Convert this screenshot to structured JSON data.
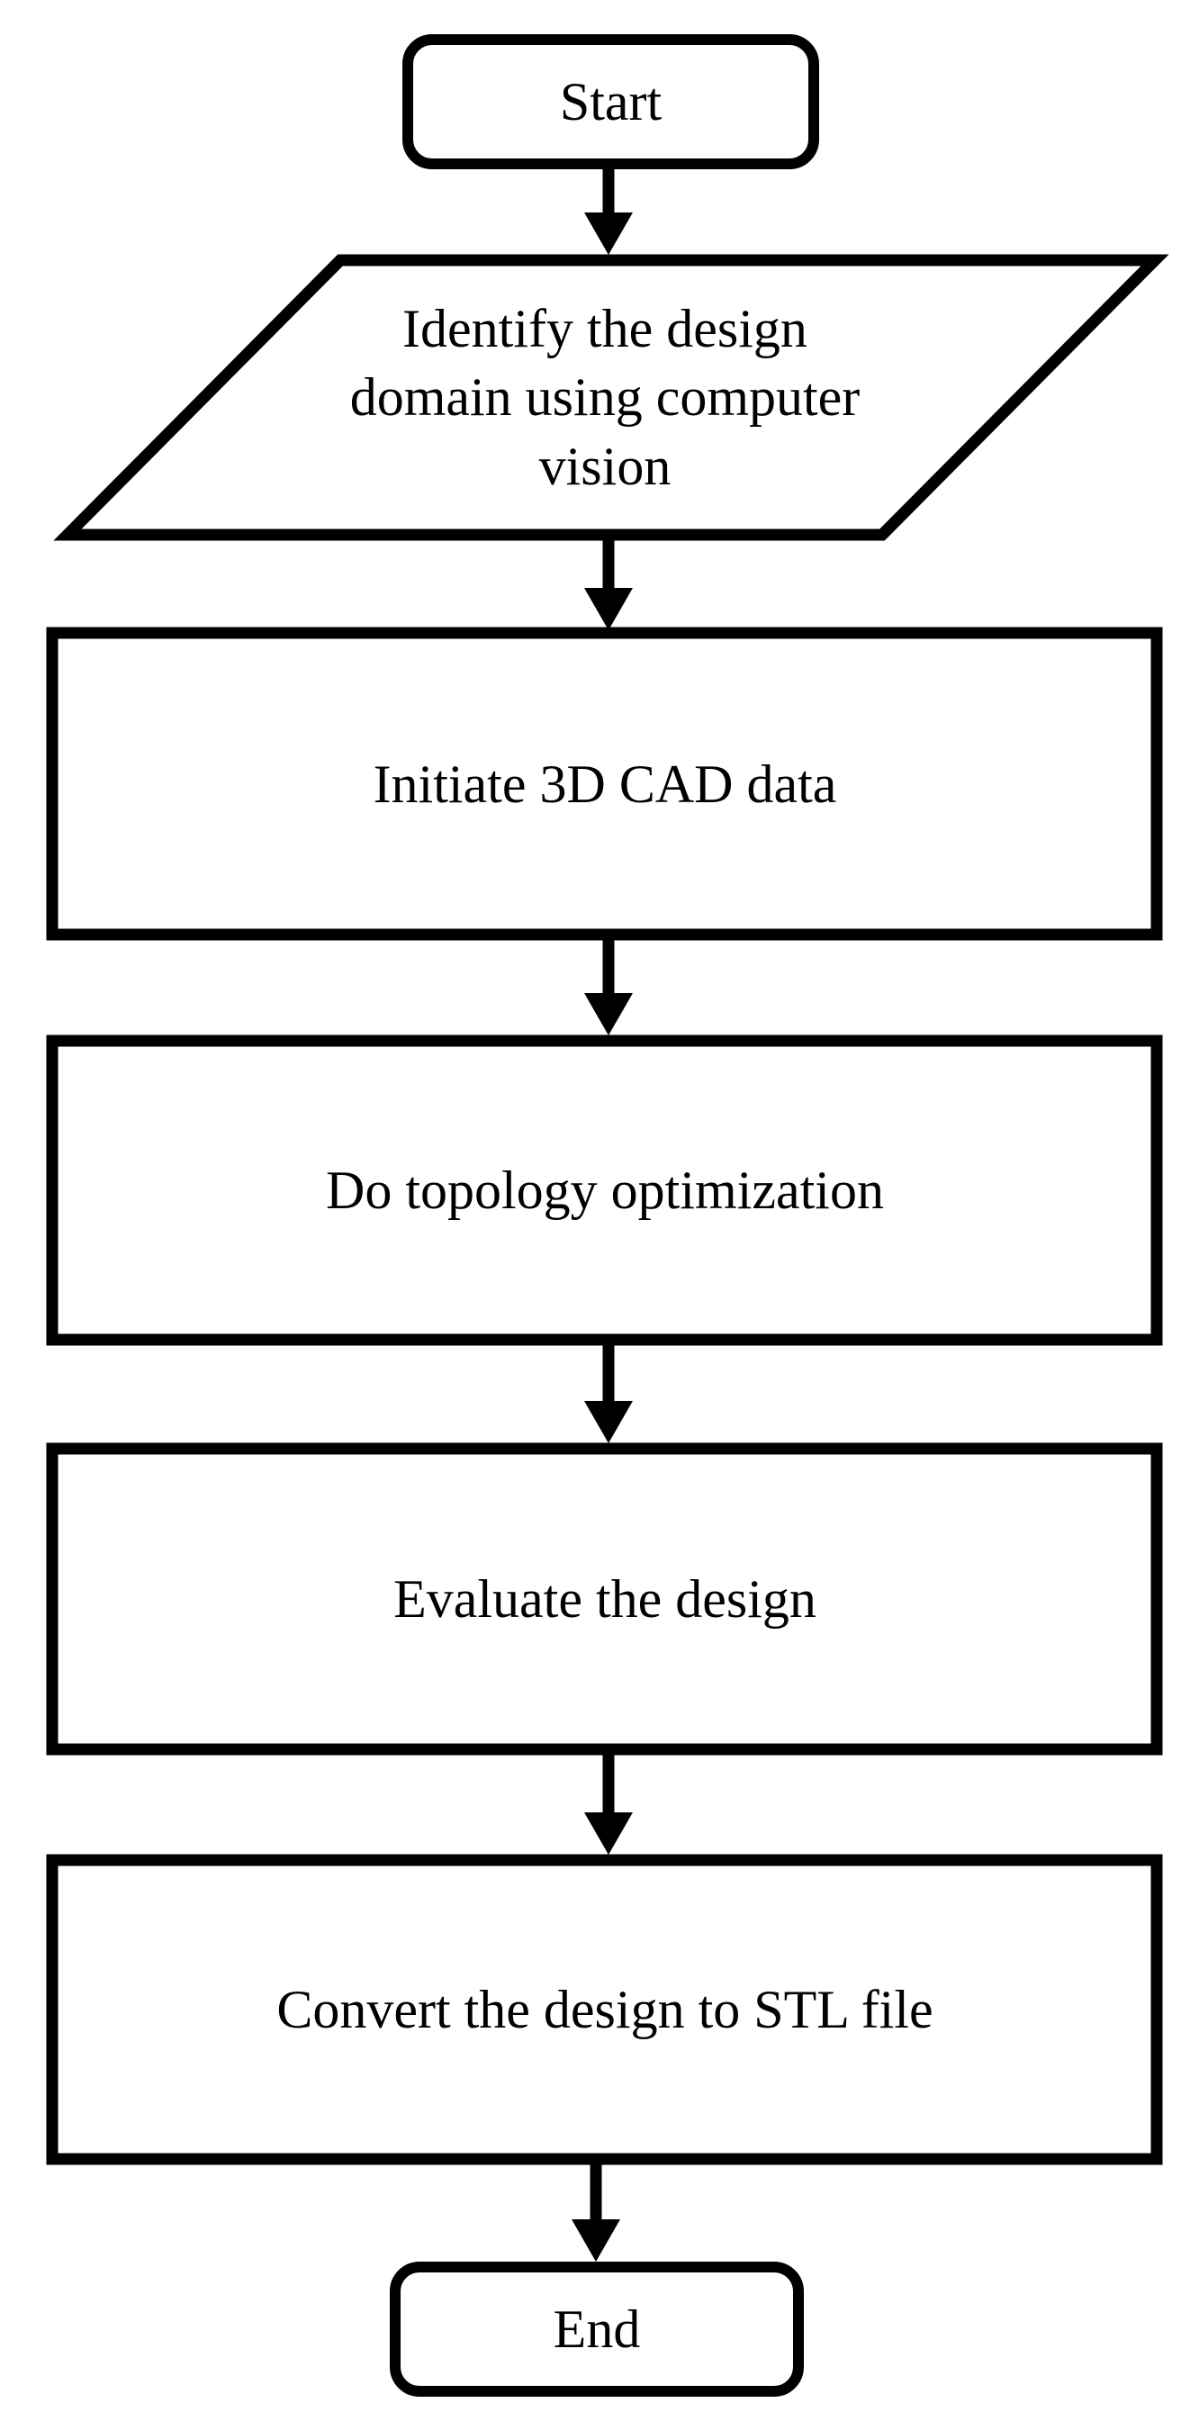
{
  "figure": {
    "type": "flowchart",
    "background_color": "#ffffff",
    "line_color": "#000000",
    "fill_color": "#ffffff",
    "nodes": [
      {
        "id": "start",
        "shape": "rounded-rectangle",
        "role": "terminator",
        "label": "Start"
      },
      {
        "id": "identify-design-domain",
        "shape": "parallelogram",
        "role": "input-output",
        "label": "Identify the design\ndomain using computer\nvision"
      },
      {
        "id": "initiate-3d-cad-data",
        "shape": "rectangle",
        "role": "process",
        "label": "Initiate 3D CAD data"
      },
      {
        "id": "do-topology-optimization",
        "shape": "rectangle",
        "role": "process",
        "label": "Do topology optimization"
      },
      {
        "id": "evaluate-the-design",
        "shape": "rectangle",
        "role": "process",
        "label": "Evaluate the design"
      },
      {
        "id": "convert-design-to-stl",
        "shape": "rectangle",
        "role": "process",
        "label": "Convert the design to STL file"
      },
      {
        "id": "end",
        "shape": "rounded-rectangle",
        "role": "terminator",
        "label": "End"
      }
    ],
    "edges": [
      {
        "from": "start",
        "to": "identify-design-domain",
        "direction": "down"
      },
      {
        "from": "identify-design-domain",
        "to": "initiate-3d-cad-data",
        "direction": "down"
      },
      {
        "from": "initiate-3d-cad-data",
        "to": "do-topology-optimization",
        "direction": "down"
      },
      {
        "from": "do-topology-optimization",
        "to": "evaluate-the-design",
        "direction": "down"
      },
      {
        "from": "evaluate-the-design",
        "to": "convert-design-to-stl",
        "direction": "down"
      },
      {
        "from": "convert-design-to-stl",
        "to": "end",
        "direction": "down"
      }
    ]
  }
}
